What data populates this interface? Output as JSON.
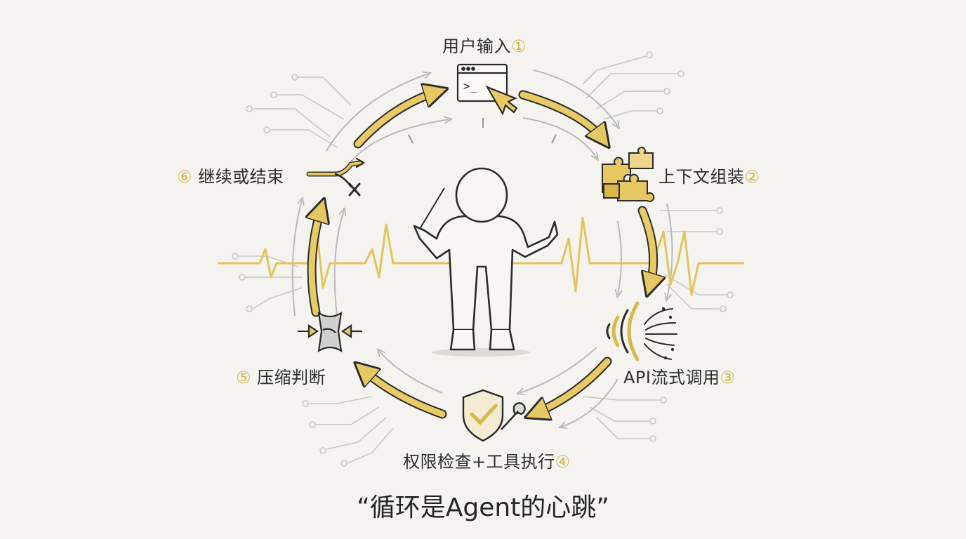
{
  "steps": [
    {
      "num": "①",
      "label": "用户输入"
    },
    {
      "num": "②",
      "label": "上下文组装"
    },
    {
      "num": "③",
      "label": "API流式调用"
    },
    {
      "num": "④",
      "label": "权限检查+工具执行"
    },
    {
      "num": "⑤",
      "label": "压缩判断"
    },
    {
      "num": "⑥",
      "label": "继续或结束"
    }
  ],
  "terminal_prompt": ">_",
  "quote": "“循环是Agent的心跳”",
  "colors": {
    "accent": "#e6c862",
    "accent_dark": "#c9a43a",
    "ink": "#2b2b2b",
    "gray": "#b5b5b5",
    "background": "#f4f3ef"
  },
  "icons": [
    "terminal-cursor-icon",
    "puzzle-icon",
    "signal-stream-icon",
    "shield-wrench-icon",
    "compress-icon",
    "branch-fork-icon"
  ]
}
